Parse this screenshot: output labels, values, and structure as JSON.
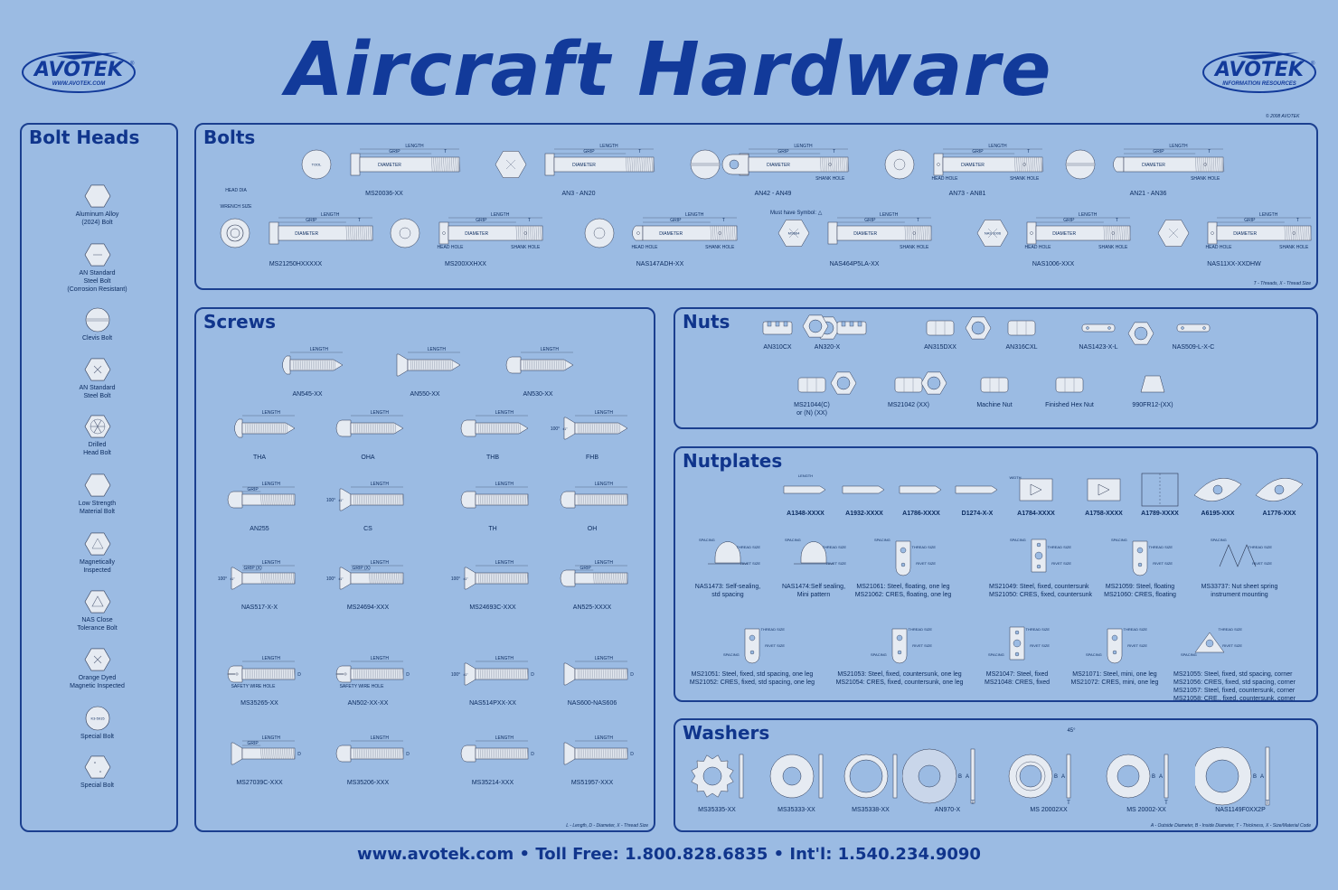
{
  "title": "Aircraft Hardware",
  "logo_left": {
    "name": "AVOTEK",
    "sub": "WWW.AVOTEK.COM",
    "mark": "®"
  },
  "logo_right": {
    "name": "AVOTEK",
    "sub": "INFORMATION RESOURCES",
    "mark": "®"
  },
  "copyright": "© 2008 AVOTEK",
  "footer": "www.avotek.com • Toll Free: 1.800.828.6835 • Int'l: 1.540.234.9090",
  "bolt_heads": {
    "title": "Bolt Heads",
    "items": [
      {
        "label": "Aluminum Alloy\n(2024) Bolt",
        "mark": "hex-plain"
      },
      {
        "label": "AN Standard\nSteel Bolt\n(Corrosion Resistant)",
        "mark": "hex-dash"
      },
      {
        "label": "Clevis Bolt",
        "mark": "round-slot"
      },
      {
        "label": "AN Standard\nSteel Bolt",
        "mark": "hex-cross"
      },
      {
        "label": "Drilled\nHead Bolt",
        "mark": "hex-drilled"
      },
      {
        "label": "Low Strength\nMaterial Bolt",
        "mark": "hex-plain"
      },
      {
        "label": "Magnetically\nInspected",
        "mark": "hex-wpd"
      },
      {
        "label": "NAS Close\nTolerance Bolt",
        "mark": "hex-triangle"
      },
      {
        "label": "Orange Dyed\nMagnetic Inspected",
        "mark": "hex-cross"
      },
      {
        "label": "Special Bolt",
        "mark": "round-text",
        "text": "K3-5915"
      },
      {
        "label": "Special Bolt",
        "mark": "hex-xs"
      }
    ]
  },
  "bolts": {
    "title": "Bolts",
    "note": "T - Threads, X - Thread Size",
    "diagram_labels": {
      "length": "LENGTH",
      "grip": "GRIP",
      "t": "T",
      "diameter": "DIAMETER",
      "head_hole": "HEAD HOLE",
      "shank_hole": "SHANK HOLE",
      "head_dia": "HEAD\nDIA",
      "wrench_size": "WRENCH\nSIZE",
      "must_have": "Must have Symbol: △",
      "head_mark": "TOOL",
      "nas_mark": "NAS 1006",
      "ms_mark": "MS664"
    },
    "row1": [
      "MS20036-XX",
      "AN3 - AN20",
      "AN42 - AN49",
      "AN73 - AN81",
      "AN21 - AN36"
    ],
    "row2": [
      "MS21250HXXXXX",
      "MS200XXHXX",
      "NAS147ADH-XX",
      "NAS464P5LA-XX",
      "NAS1006-XXX",
      "NAS11XX-XXDHW"
    ]
  },
  "screws": {
    "title": "Screws",
    "note": "L - Length, D - Diameter, X - Thread Size",
    "diagram_labels": {
      "length": "LENGTH",
      "grip": "GRIP",
      "grip_x": "GRIP (X)",
      "d": "D",
      "angle": "100°",
      "tol": "±1°",
      "safety_wire": "SAFETY WIRE HOLE"
    },
    "rows": [
      [
        "AN545-XX",
        "AN550-XX",
        "AN530-XX"
      ],
      [
        "THA",
        "OHA",
        "THB",
        "FHB"
      ],
      [
        "AN255",
        "CS",
        "TH",
        "OH"
      ],
      [
        "NAS517-X-X",
        "MS24694-XXX",
        "MS24693C-XXX",
        "AN525-XXXX"
      ],
      [
        "MS35265-XX",
        "AN502-XX-XX",
        "NAS514PXX-XX",
        "NAS600-NAS606"
      ],
      [
        "MS27039C-XXX",
        "MS35206-XXX",
        "MS35214-XXX",
        "MS51957-XXX"
      ]
    ]
  },
  "nuts": {
    "title": "Nuts",
    "row1": [
      "AN310CX",
      "AN320-X",
      "AN315DXX",
      "AN316CXL",
      "NAS1423-X-L",
      "NAS509-L-X-C"
    ],
    "row2": [
      "MS21044(C)\nor (N) (XX)",
      "MS21042 (XX)",
      "Machine Nut",
      "Finished Hex Nut",
      "990FR12-(XX)"
    ]
  },
  "nutplates": {
    "title": "Nutplates",
    "diagram_labels": {
      "length": "LENGTH",
      "width": "WIDTH",
      "spacing": "SPACING",
      "rivet_size": "RIVET\nSIZE",
      "thread_size": "THREAD\nSIZE"
    },
    "row1": [
      "A1348-XXXX",
      "A1932-XXXX",
      "A1786-XXXX",
      "D1274-X-X",
      "A1784-XXXX",
      "A1758-XXXX",
      "A1789-XXXX",
      "A6195-XXX",
      "A1776-XXX"
    ],
    "row2": [
      "NAS1473: Self-sealing,\nstd spacing",
      "NAS1474:Self sealing,\nMini pattern",
      "MS21061: Steel, floating, one leg\nMS21062: CRES, floating, one leg",
      "MS21049: Steel, fixed, countersunk\nMS21050: CRES, fixed, countersunk",
      "MS21059: Steel, floating\nMS21060: CRES, floating",
      "MS33737: Nut sheet spring\ninstrument mounting"
    ],
    "row3": [
      "MS21051: Steel, fixed, std spacing, one leg\nMS21052: CRES, fixed, std spacing, one leg",
      "MS21053: Steel, fixed, countersunk, one leg\nMS21054: CRES, fixed, countersunk, one leg",
      "MS21047: Steel, fixed\nMS21048: CRES, fixed",
      "MS21071: Steel, mini, one leg\nMS21072: CRES, mini, one leg",
      "MS21055: Steel, fixed, std spacing, corner\nMS21056: CRES, fixed, std spacing, corner\nMS21057: Steel, fixed, countersunk, corner\nMS21058: CRE., fixed, countersunk, corner"
    ]
  },
  "washers": {
    "title": "Washers",
    "note": "A - Outside Diameter, B - Inside Diameter, T - Thickness, X - Size/Material Code",
    "diagram_labels": {
      "a": "A",
      "b": "B",
      "t": "T",
      "angle": "45°"
    },
    "items": [
      "MS35335-XX",
      "MS35333-XX",
      "MS35338-XX",
      "AN970-X",
      "MS 20002XX",
      "MS 20002-XX",
      "NAS1149F0XX2P"
    ]
  },
  "colors": {
    "background": "#9bbbe3",
    "ink": "#10358c",
    "border": "#1b3f8f",
    "part_fill": "#e6ebf2"
  }
}
